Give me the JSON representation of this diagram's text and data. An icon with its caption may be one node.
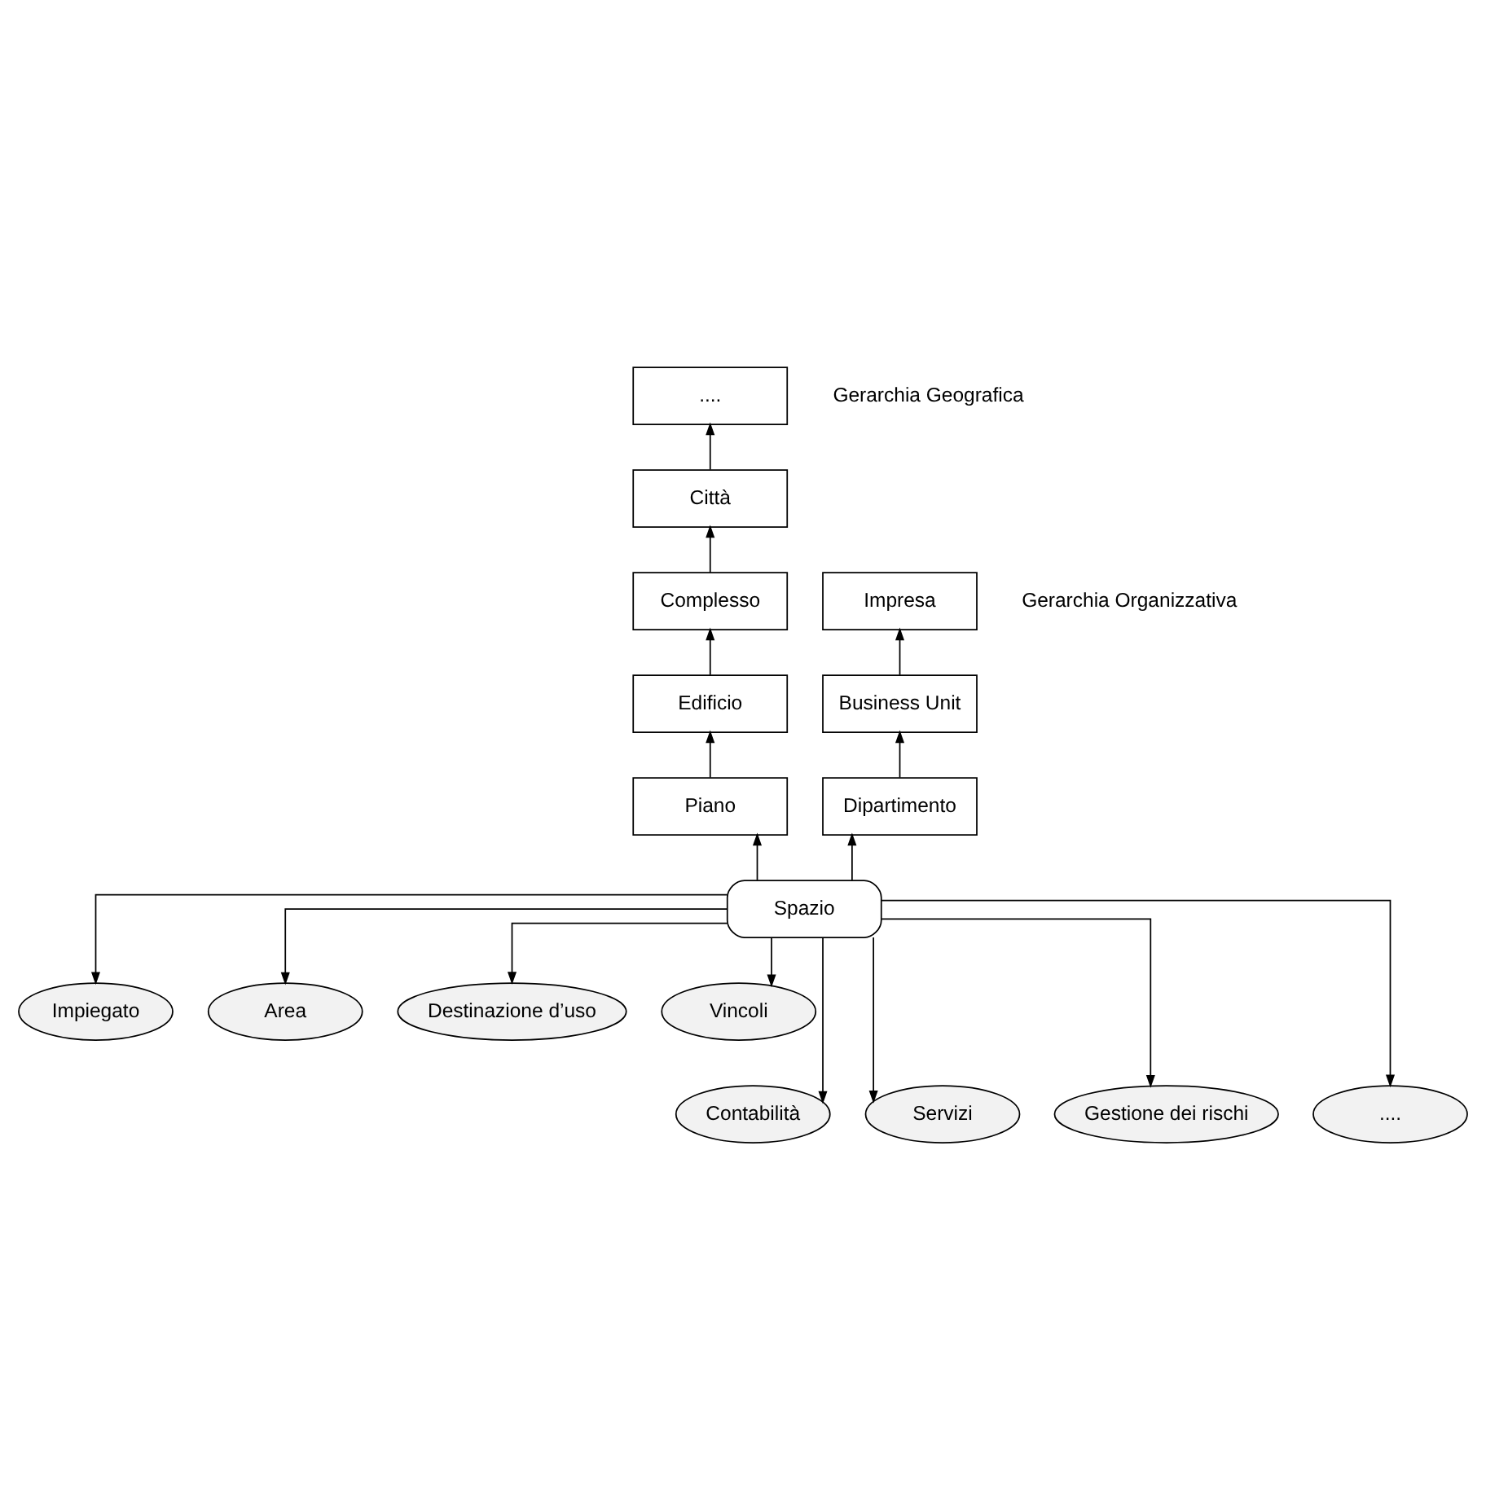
{
  "diagram": {
    "nodes": [
      {
        "text": [
          "...."
        ]
      },
      {
        "text": [
          "Città"
        ]
      },
      {
        "text": [
          "Complesso"
        ]
      },
      {
        "text": [
          "Edificio"
        ]
      },
      {
        "text": [
          "Piano"
        ]
      },
      {
        "text": [
          "Impresa"
        ]
      },
      {
        "text": [
          "Business Unit"
        ]
      },
      {
        "text": [
          "Dipartimento"
        ]
      },
      {
        "text": [
          "Spazio"
        ]
      },
      {
        "text": [
          "Impiegato"
        ]
      },
      {
        "text": [
          "Area"
        ]
      },
      {
        "text": [
          "Destinazione d’uso"
        ]
      },
      {
        "text": [
          "Vincoli"
        ]
      },
      {
        "text": [
          "Contabilità"
        ]
      },
      {
        "text": [
          "Servizi"
        ]
      },
      {
        "text": [
          "Gestione dei rischi"
        ]
      },
      {
        "text": [
          "...."
        ]
      }
    ],
    "edges": [
      {
        "from": 1,
        "to": 0,
        "arrow": "to"
      },
      {
        "from": 2,
        "to": 1,
        "arrow": "to"
      },
      {
        "from": 3,
        "to": 2,
        "arrow": "to"
      },
      {
        "from": 4,
        "to": 3,
        "arrow": "to"
      },
      {
        "from": 8,
        "to": 4,
        "arrow": "to"
      },
      {
        "from": 8,
        "to": 7,
        "arrow": "to"
      },
      {
        "from": 7,
        "to": 6,
        "arrow": "to"
      },
      {
        "from": 6,
        "to": 5,
        "arrow": "to"
      },
      {
        "from": 8,
        "to": 9,
        "arrow": "to"
      },
      {
        "from": 8,
        "to": 13,
        "arrow": "to"
      },
      {
        "from": 8,
        "to": 10,
        "arrow": "to"
      },
      {
        "from": 8,
        "to": 14,
        "arrow": "to"
      },
      {
        "from": 8,
        "to": 11,
        "arrow": "to"
      },
      {
        "from": 8,
        "to": 15,
        "arrow": "to"
      },
      {
        "from": 8,
        "to": 12,
        "arrow": "to"
      },
      {
        "from": 8,
        "to": 16,
        "arrow": "to"
      }
    ],
    "labels": [
      "Gerarchia Geografica",
      "Gerarchia Organizzativa"
    ]
  }
}
